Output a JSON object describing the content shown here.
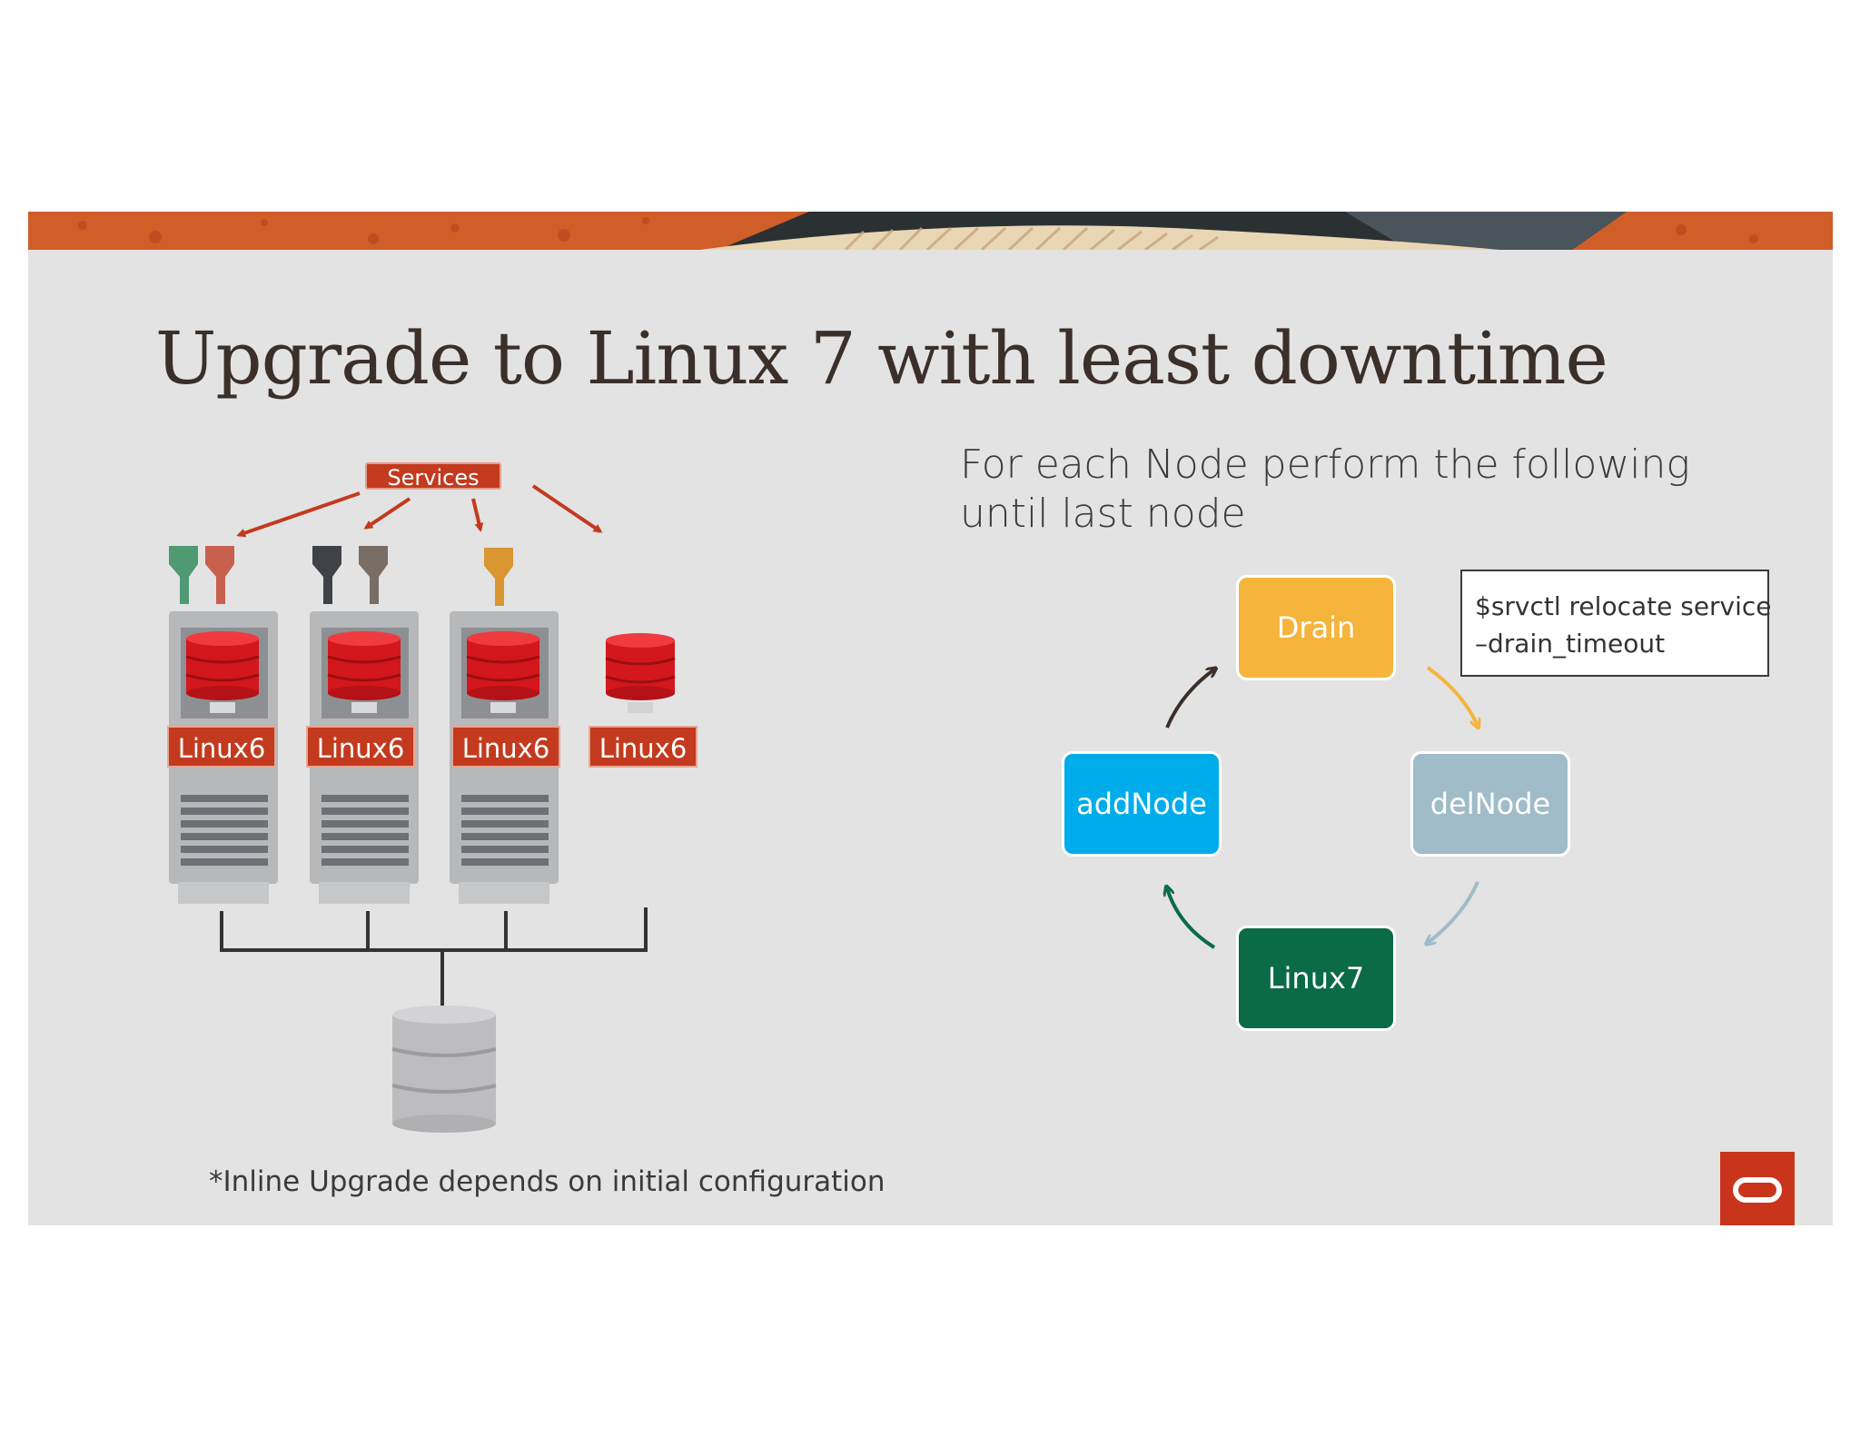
{
  "slide": {
    "title": "Upgrade to Linux 7 with least downtime",
    "footnote": "*Inline Upgrade depends on initial configuration"
  },
  "left_diagram": {
    "services_label": "Services",
    "node_labels": [
      "Linux6",
      "Linux6",
      "Linux6",
      "Linux6"
    ],
    "service_colors": [
      "#4f9a72",
      "#c8604e",
      "#3f4347",
      "#7a6d64",
      "#d99631"
    ]
  },
  "right_diagram": {
    "intro": "For each Node perform the following until last node",
    "steps": {
      "drain": "Drain",
      "delnode": "delNode",
      "linux7": "Linux7",
      "addnode": "addNode"
    },
    "command": {
      "line1": "$srvctl relocate service",
      "line2": "–drain_timeout"
    },
    "colors": {
      "drain": "#f5b43c",
      "delnode": "#9fbcc8",
      "linux7": "#0a6b46",
      "addnode": "#00adea"
    }
  },
  "brand": {
    "accent": "#c8351b"
  }
}
